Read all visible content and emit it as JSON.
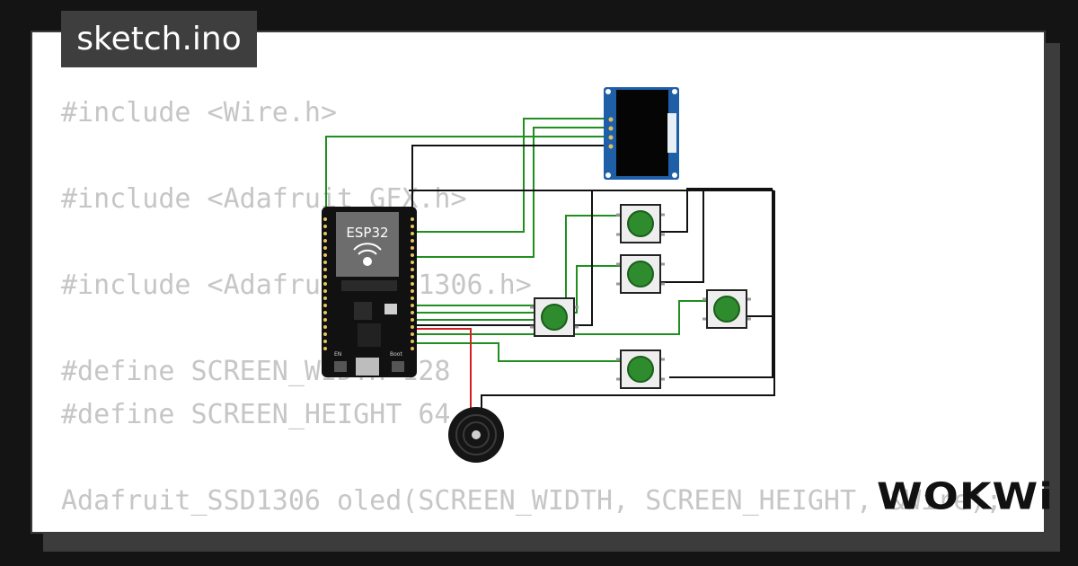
{
  "tab": {
    "filename": "sketch.ino"
  },
  "code_lines": [
    "#include <Wire.h>",
    "#include <Adafruit_GFX.h>",
    "#include <Adafruit_SSD1306.h>",
    "#define SCREEN_WIDTH 128",
    "#define SCREEN_HEIGHT 64",
    "Adafruit_SSD1306 oled(SCREEN_WIDTH, SCREEN_HEIGHT, &Wire);"
  ],
  "board": {
    "label": "ESP32",
    "button_left": "EN",
    "button_right": "Boot"
  },
  "brand": {
    "logo": "WOKWi"
  },
  "colors": {
    "background": "#141414",
    "card": "#ffffff",
    "tab": "#3e3e3e",
    "code_text": "#c6c6c6",
    "wire_green": "#1f8f1f",
    "wire_black": "#111111",
    "wire_red": "#d62020",
    "oled_board": "#1e5fa8",
    "button_cap": "#2e8b2e"
  },
  "components": {
    "oled": "ssd1306-oled-icon",
    "mcu": "esp32-devkit-icon",
    "buttons": [
      "pushbutton-icon",
      "pushbutton-icon",
      "pushbutton-icon",
      "pushbutton-icon",
      "pushbutton-icon"
    ],
    "buzzer": "buzzer-icon"
  }
}
